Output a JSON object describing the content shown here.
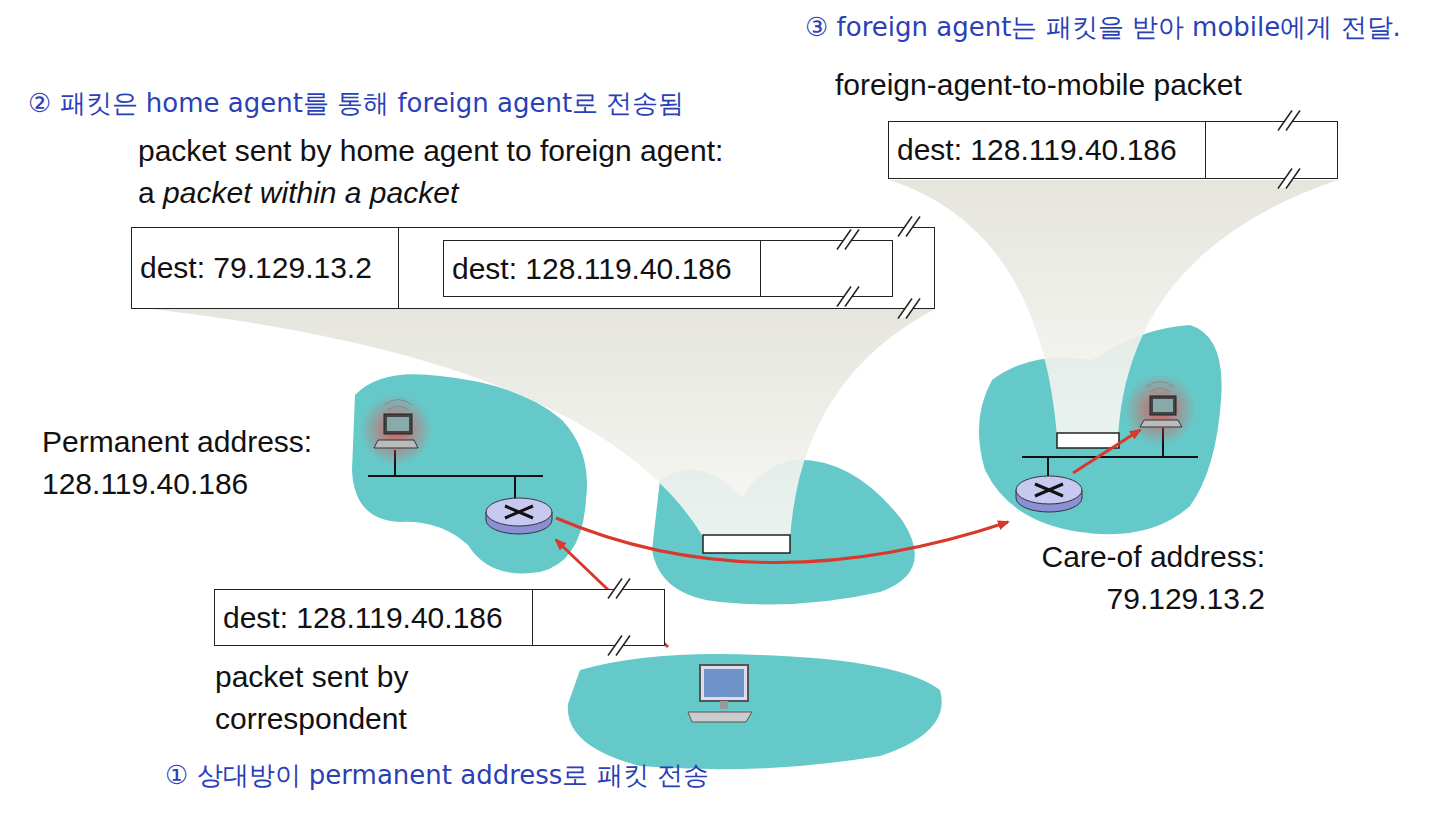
{
  "diagram": {
    "nodes": [
      {
        "text": [
          "dest: 128.119.40.186"
        ]
      },
      {
        "text": [
          "dest: 79.129.13.2"
        ]
      },
      {
        "text": [
          "dest: 128.119.40.186"
        ],
        "in": 1
      },
      {
        "text": [
          "dest: 128.119.40.186"
        ]
      }
    ],
    "labels": [
      "③ foreign agent는 패킷을 받아 mobile에게 전달.",
      "② 패킷은 home agent를 통해 foreign agent로 전송됨",
      "foreign-agent-to-mobile packet",
      "packet sent by home agent to foreign agent: a",
      "packet within a packet",
      "Permanent address: 128.119.40.186",
      "Care-of address: 79.129.13.2",
      "packet sent by correspondent",
      "① 상대방이 permanent address로 패킷 전송"
    ]
  }
}
